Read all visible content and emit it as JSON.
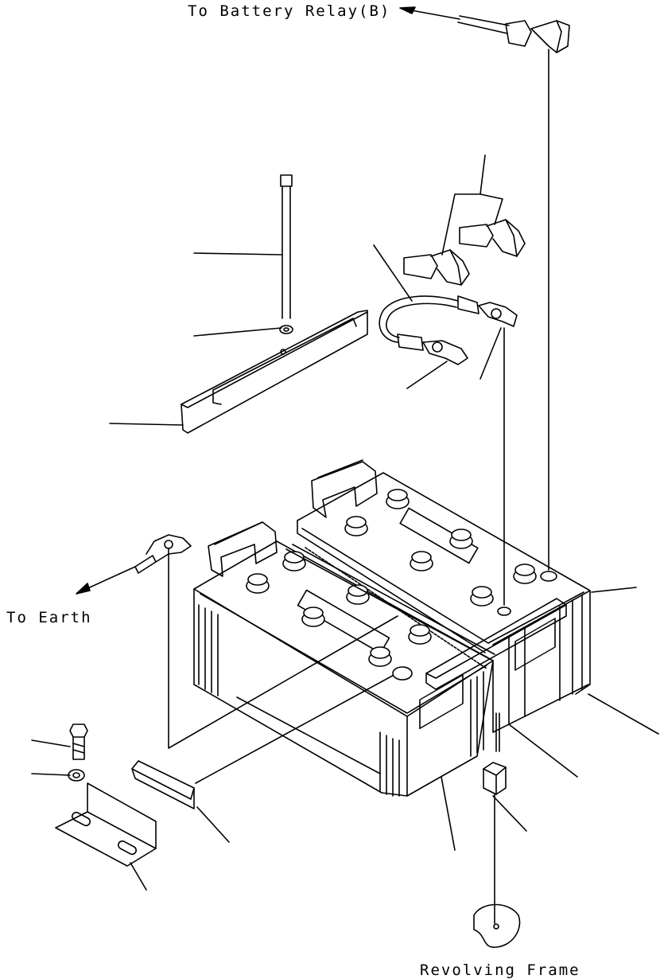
{
  "labels": {
    "to_battery_relay": "To Battery Relay(B)",
    "to_earth": "To Earth",
    "revolving_frame": "Revolving Frame"
  },
  "colors": {
    "line": "#000000",
    "background": "#ffffff"
  }
}
